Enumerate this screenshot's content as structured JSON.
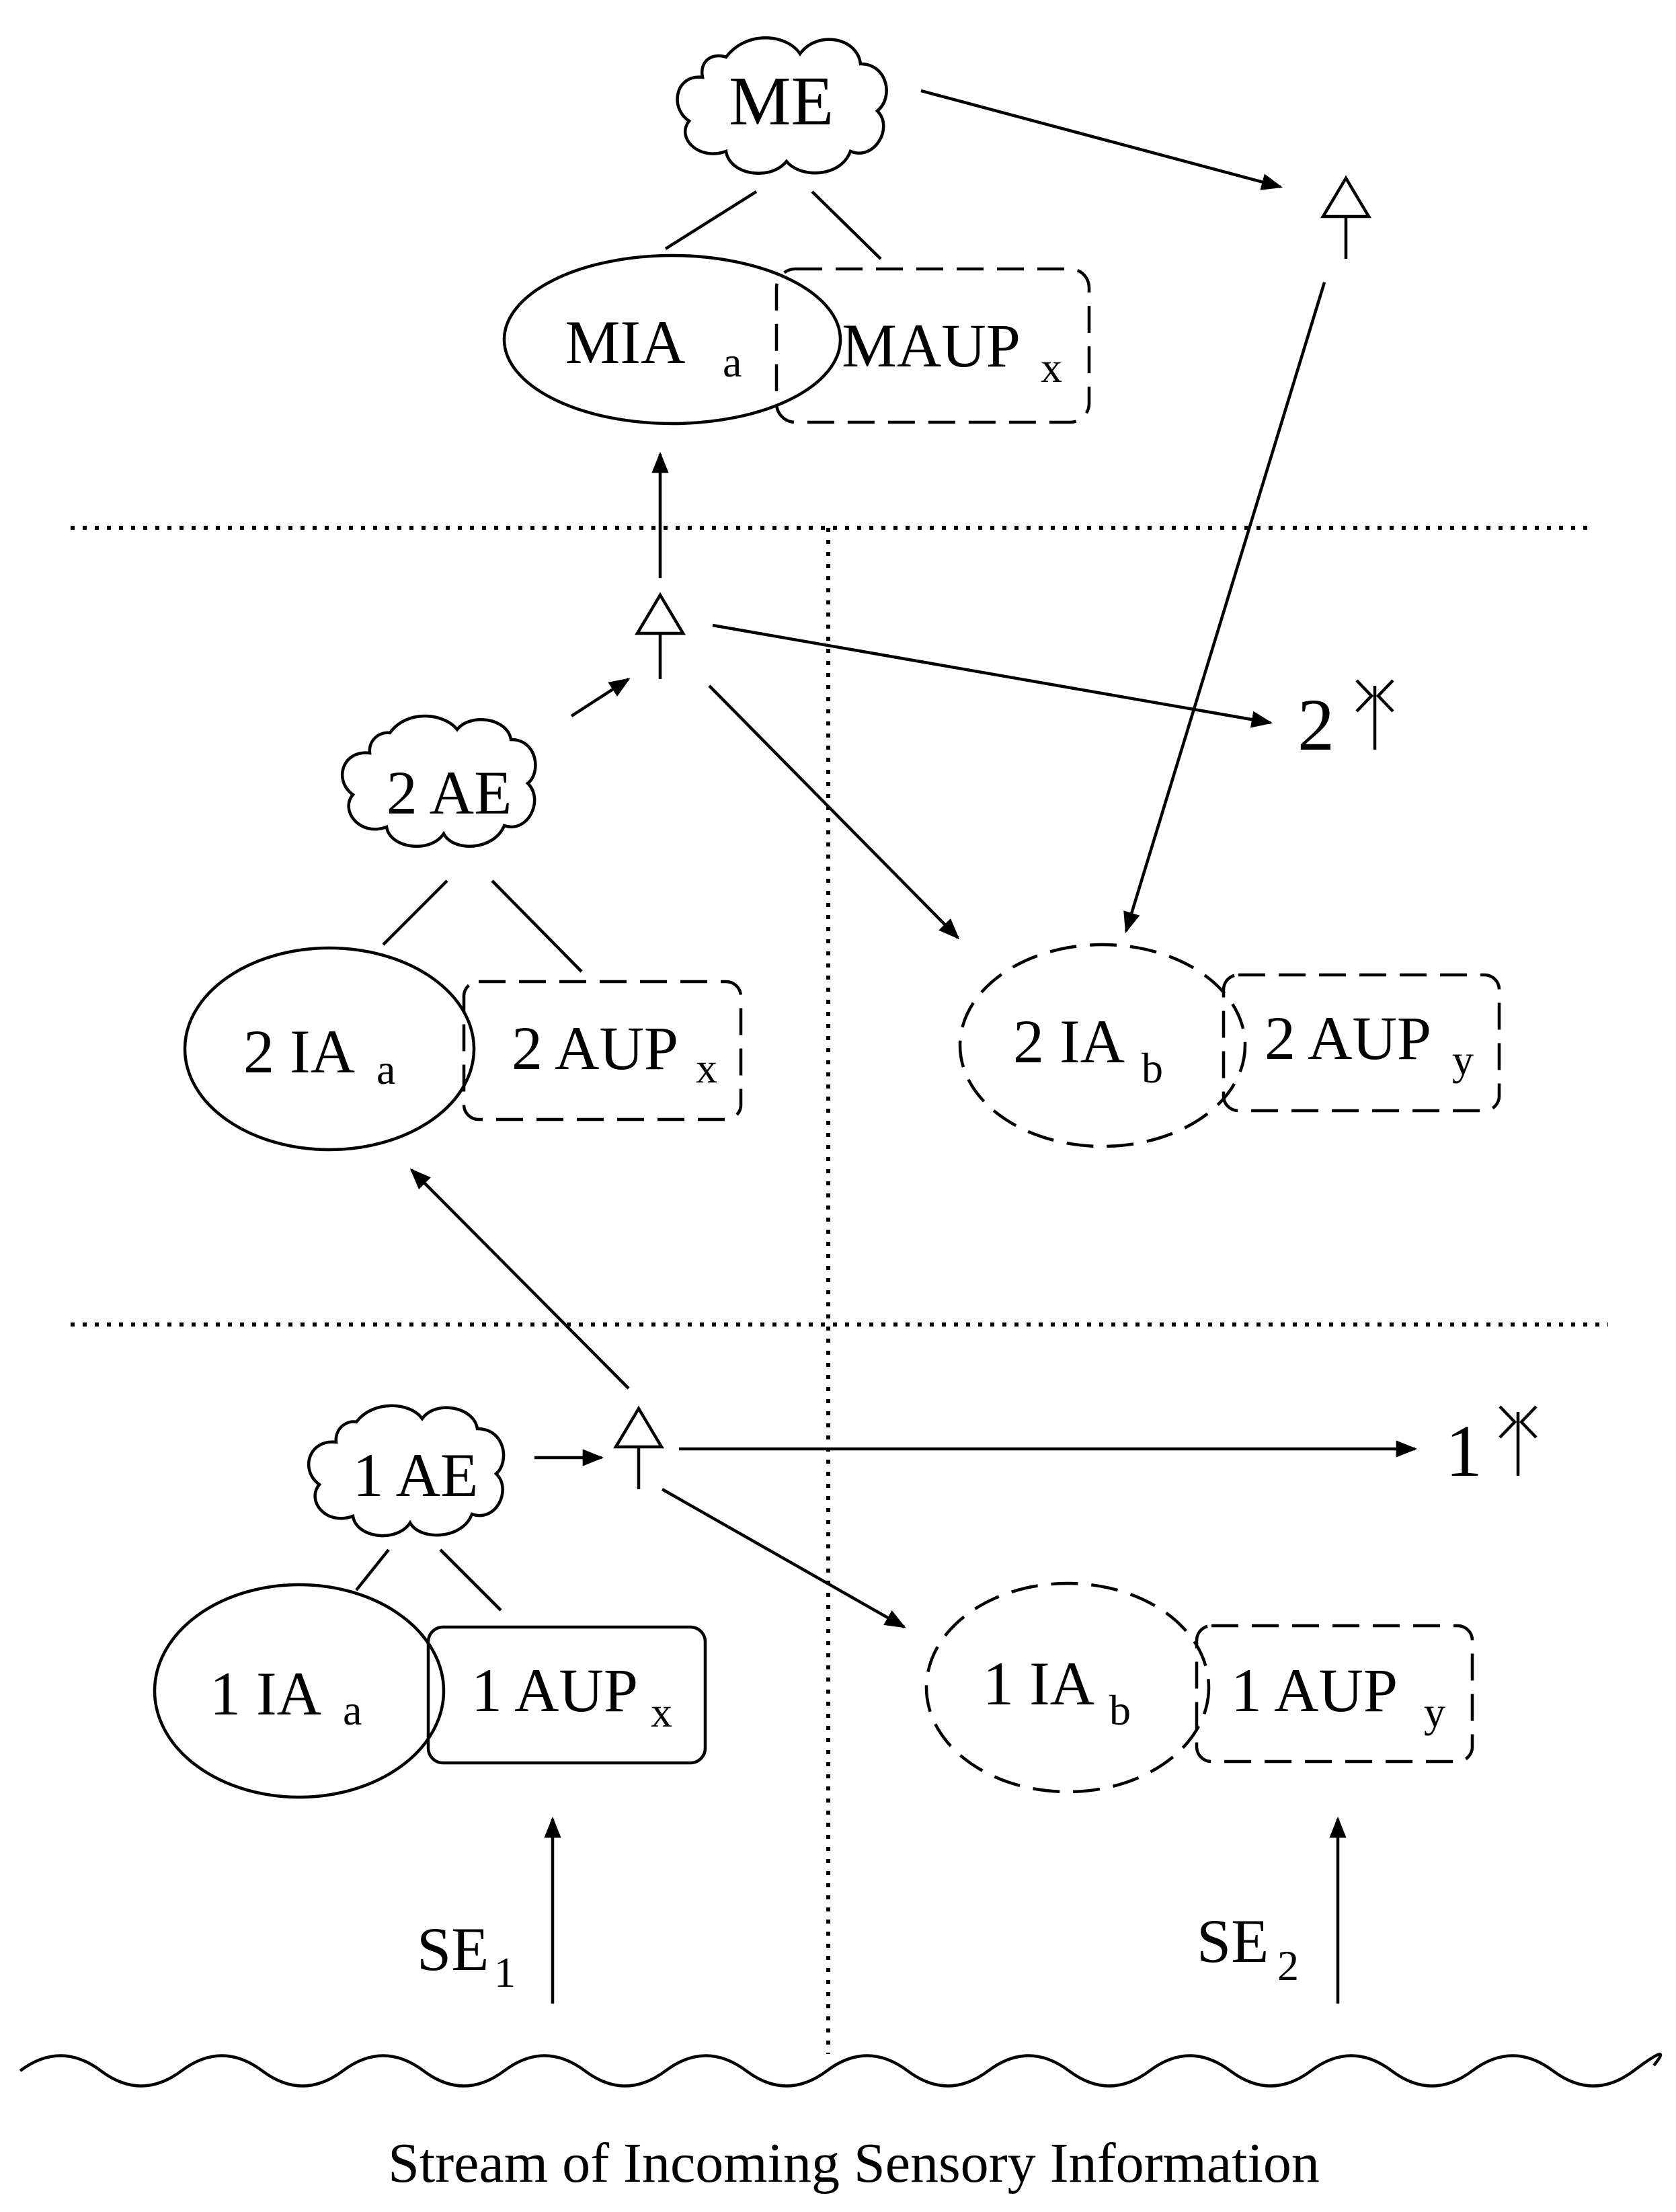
{
  "diagram": {
    "top": {
      "cloud": "ME",
      "ellipse": {
        "main": "MIA",
        "sub": "a"
      },
      "box": {
        "main": "MAUP",
        "sub": "x"
      }
    },
    "level2": {
      "cloud": "2 AE",
      "left_ellipse": {
        "main": "2 IA",
        "sub": "a"
      },
      "left_box": {
        "main": "2 AUP",
        "sub": "x"
      },
      "right_ellipse": {
        "main": "2 IA",
        "sub": "b"
      },
      "right_box": {
        "main": "2 AUP",
        "sub": "y"
      },
      "output_label": "2"
    },
    "level1": {
      "cloud": "1 AE",
      "left_ellipse": {
        "main": "1 IA",
        "sub": "a"
      },
      "left_box": {
        "main": "1 AUP",
        "sub": "x"
      },
      "right_ellipse": {
        "main": "1 IA",
        "sub": "b"
      },
      "right_box": {
        "main": "1 AUP",
        "sub": "y"
      },
      "output_label": "1"
    },
    "inputs": {
      "left": {
        "main": "SE",
        "sub": "1"
      },
      "right": {
        "main": "SE",
        "sub": "2"
      }
    },
    "stream_label": "Stream of Incoming Sensory Information"
  }
}
